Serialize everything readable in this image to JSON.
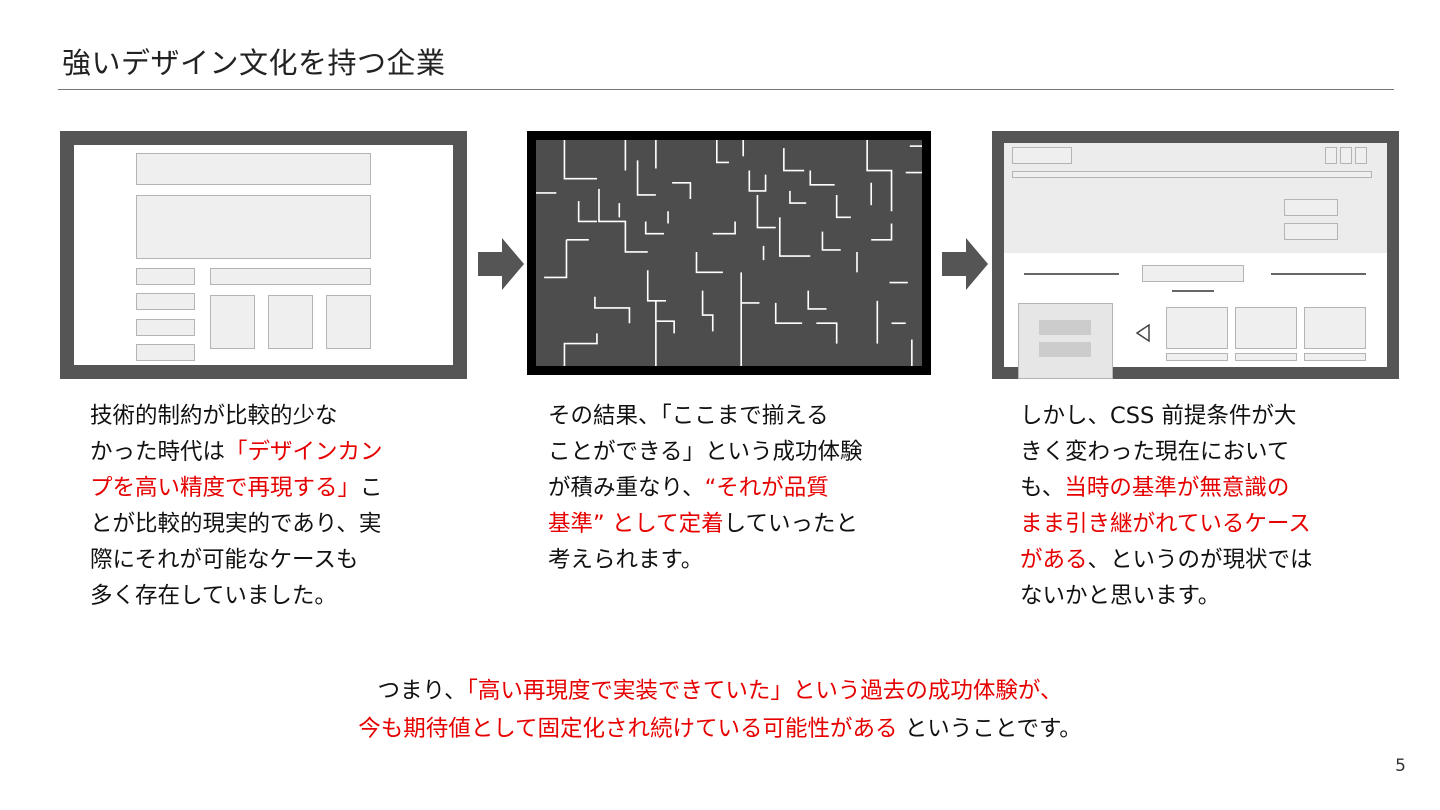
{
  "slide": {
    "title": "強いデザイン文化を持つ企業",
    "page_number": "5"
  },
  "panels": [
    {
      "name": "traditional-layout-wireframe"
    },
    {
      "name": "complex-maze-illustration"
    },
    {
      "name": "modern-web-wireframe"
    }
  ],
  "descriptions": [
    {
      "lines": [
        [
          {
            "t": "技術的制約が比較的少な"
          }
        ],
        [
          {
            "t": "かった時代は"
          },
          {
            "t": "「デザインカン",
            "hl": true
          }
        ],
        [
          {
            "t": "プを高い精度で再現する」",
            "hl": true
          },
          {
            "t": "こ"
          }
        ],
        [
          {
            "t": "とが比較的現実的であり、実"
          }
        ],
        [
          {
            "t": "際にそれが可能なケースも"
          }
        ],
        [
          {
            "t": "多く存在していました。"
          }
        ]
      ]
    },
    {
      "lines": [
        [
          {
            "t": "その結果、「ここまで揃える"
          }
        ],
        [
          {
            "t": "ことができる」という成功体験"
          }
        ],
        [
          {
            "t": "が積み重なり、"
          },
          {
            "t": "“それが品質",
            "hl": true
          }
        ],
        [
          {
            "t": "基準” として定着",
            "hl": true
          },
          {
            "t": "していったと"
          }
        ],
        [
          {
            "t": "考えられます。"
          }
        ]
      ]
    },
    {
      "lines": [
        [
          {
            "t": "しかし、CSS 前提条件が大"
          }
        ],
        [
          {
            "t": "きく変わった現在において"
          }
        ],
        [
          {
            "t": "も、"
          },
          {
            "t": "当時の基準が無意識の",
            "hl": true
          }
        ],
        [
          {
            "t": "まま引き継がれているケース",
            "hl": true
          }
        ],
        [
          {
            "t": "がある",
            "hl": true
          },
          {
            "t": "、というのが現状では"
          }
        ],
        [
          {
            "t": "ないかと思います。"
          }
        ]
      ]
    }
  ],
  "conclusion": {
    "lines": [
      [
        {
          "t": "つまり、"
        },
        {
          "t": "「高い再現度で実装できていた」という過去の成功体験が、",
          "hl": true
        }
      ],
      [
        {
          "t": "今も期待値として固定化され続けている可能性がある",
          "hl": true
        },
        {
          "t": " ということです。"
        }
      ]
    ]
  },
  "colors": {
    "highlight": "#e60000",
    "frame": "#555555",
    "wireframe_fill": "#efefef",
    "maze_fill": "#4d4d4d"
  }
}
